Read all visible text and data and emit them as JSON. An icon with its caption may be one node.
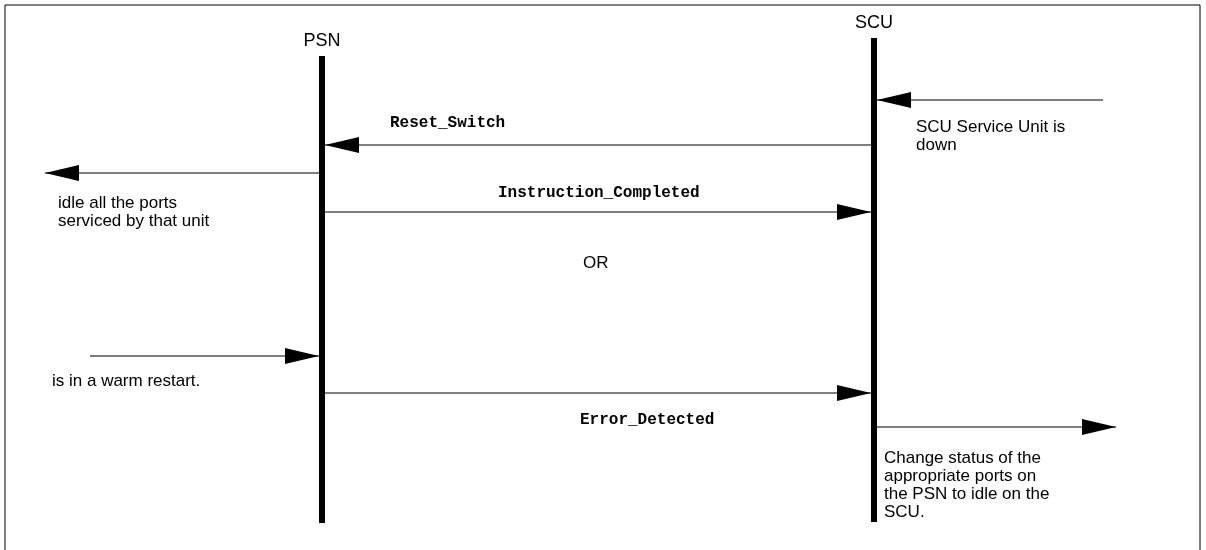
{
  "diagram": {
    "nodes": [
      {
        "text": [
          "PSN"
        ]
      },
      {
        "text": [
          "SCU"
        ]
      }
    ],
    "edges": [
      {
        "from": null,
        "to": 1,
        "arrow": "to"
      },
      {
        "from": 1,
        "to": 0,
        "arrow": "to",
        "label": "Reset_Switch"
      },
      {
        "from": 0,
        "to": null,
        "arrow": "to"
      },
      {
        "from": 0,
        "to": 1,
        "arrow": "to",
        "label": "Instruction_Completed"
      },
      {
        "from": null,
        "to": 0,
        "arrow": "to"
      },
      {
        "from": 0,
        "to": 1,
        "arrow": "to",
        "label": "Error_Detected"
      },
      {
        "from": 1,
        "to": null,
        "arrow": "to"
      }
    ],
    "labels": [
      "SCU Service Unit is down",
      "idle all the ports serviced by that unit",
      "OR",
      "is in a warm restart.",
      "Change status of the appropriate ports on the PSN to idle on the SCU."
    ]
  }
}
